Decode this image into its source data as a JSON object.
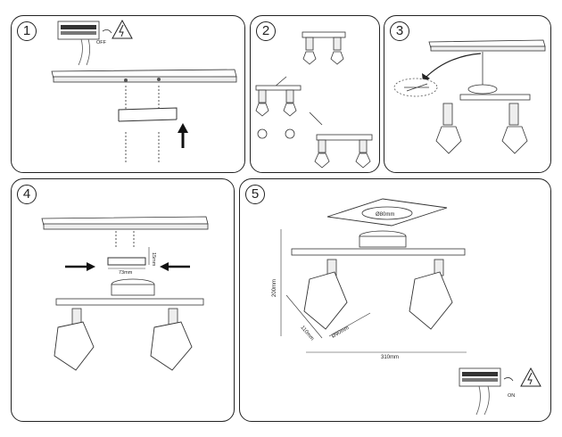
{
  "steps": [
    {
      "number": "1",
      "power_label": "OFF"
    },
    {
      "number": "2"
    },
    {
      "number": "3"
    },
    {
      "number": "4",
      "dim_width": "73mm",
      "dim_height": "15mm"
    },
    {
      "number": "5",
      "dim_base": "Ø80mm",
      "dim_height": "200mm",
      "dim_arm": "110mm",
      "dim_cage": "Ø90mm",
      "dim_width": "310mm",
      "power_label": "ON"
    }
  ],
  "icons": {
    "warning": "high-voltage-warning-icon",
    "arrow": "arrow-icon"
  }
}
